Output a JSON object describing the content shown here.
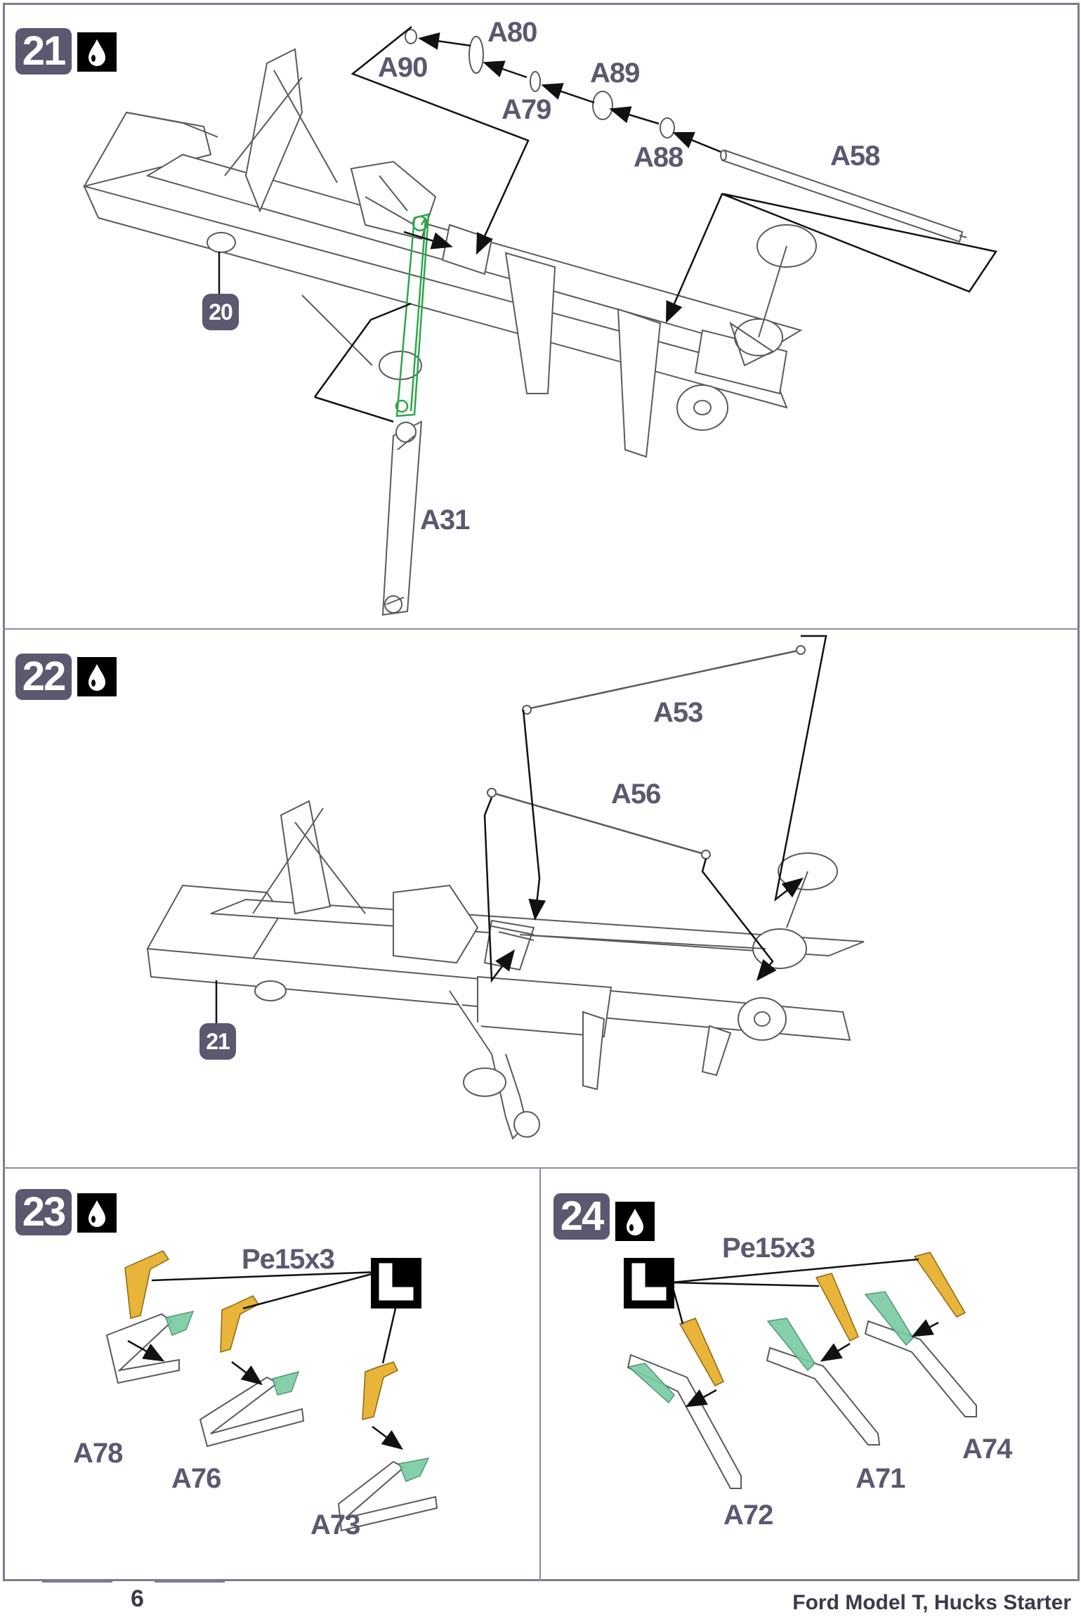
{
  "steps": [
    {
      "number": "21",
      "parts": [
        "A80",
        "A90",
        "A89",
        "A79",
        "A58",
        "A88",
        "A31"
      ],
      "ref": "20"
    },
    {
      "number": "22",
      "parts": [
        "A53",
        "A56"
      ],
      "ref": "21"
    },
    {
      "number": "23",
      "photoetch": "Pe15x3",
      "parts": [
        "A78",
        "A76",
        "A73"
      ]
    },
    {
      "number": "24",
      "photoetch": "Pe15x3",
      "parts": [
        "A74",
        "A71",
        "A72"
      ]
    }
  ],
  "footer": {
    "page": "6",
    "title": "Ford Model T, Hucks Starter"
  },
  "colors": {
    "frame": "#7e7a93",
    "badge": "#5c5870",
    "highlight_green": "#2fa64a",
    "pe_gold": "#e8b43a",
    "part_green": "#79caa3"
  },
  "icons": {
    "glue": "glue-drop-icon",
    "photoetch": "photoetch-bend-icon"
  }
}
